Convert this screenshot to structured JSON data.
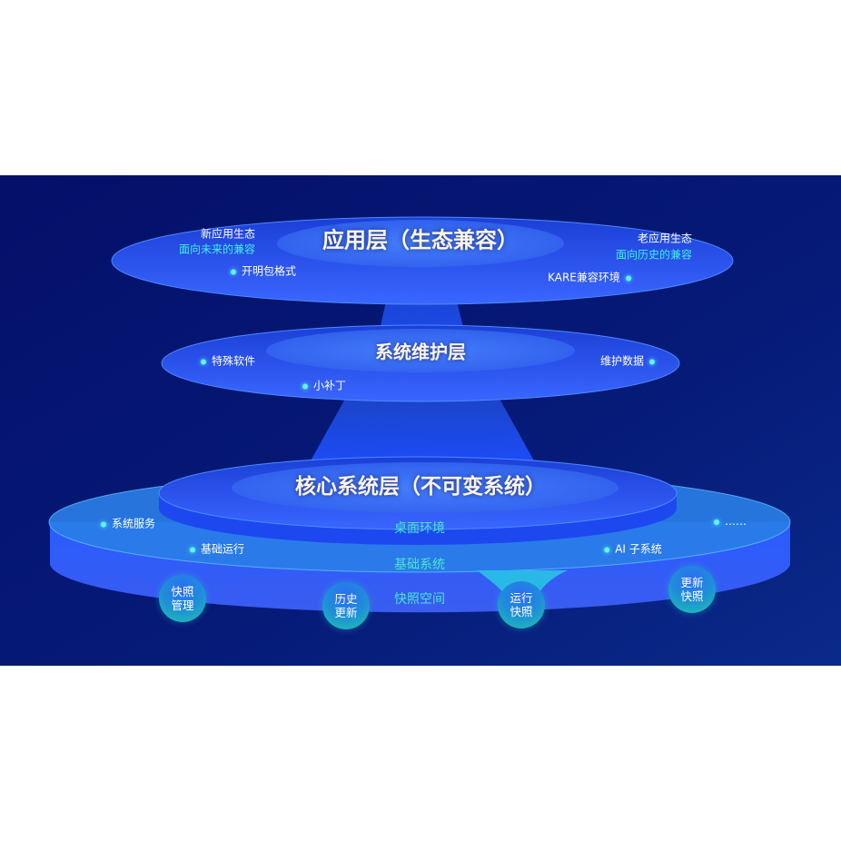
{
  "app_layer": {
    "title": "应用层（生态兼容）",
    "left_label": "新应用生态",
    "left_sub": "面向未来的兼容",
    "left_item": "开明包格式",
    "right_label": "老应用生态",
    "right_sub": "面向历史的兼容",
    "right_item": "KARE兼容环境"
  },
  "maintenance_layer": {
    "title": "系统维护层",
    "items": [
      "特殊软件",
      "小补丁",
      "维护数据"
    ]
  },
  "core_layer": {
    "title": "核心系统层（不可变系统）",
    "desktop": "桌面环境",
    "base": "基础系统",
    "snapshot_space": "快照空间",
    "items": [
      "系统服务",
      "基础运行",
      "AI 子系统",
      "……"
    ]
  },
  "snapshots": [
    "快照\n管理",
    "历史\n更新",
    "运行\n快照",
    "更新\n快照"
  ],
  "colors": {
    "background": "#061466",
    "accent": "#3ff0e6",
    "disc": "#2a55f0"
  }
}
